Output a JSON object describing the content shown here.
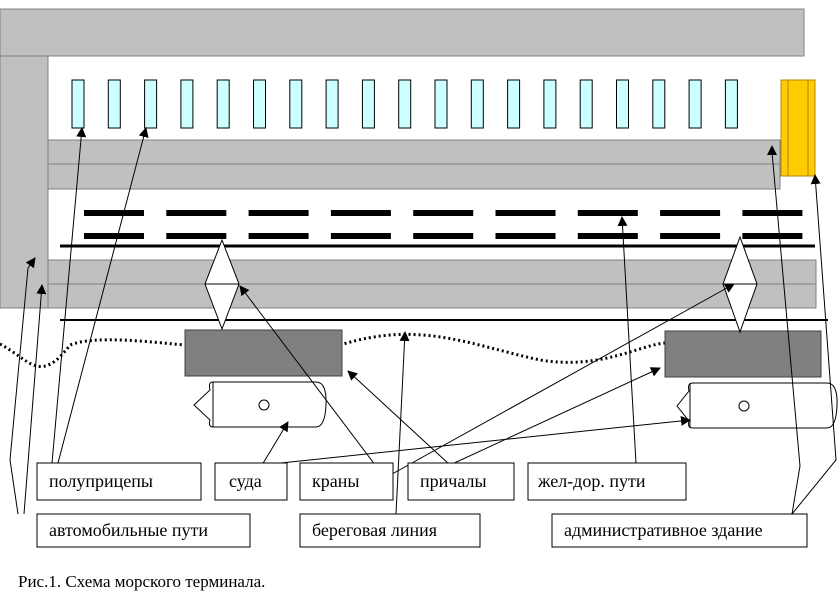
{
  "colors": {
    "road": "#c0c0c0",
    "semitrailer": "#ccffff",
    "admin_building": "#ffcc00",
    "berth": "#808080",
    "rail": "#000000",
    "background": "#ffffff"
  },
  "labels": {
    "semitrailers": "полуприцепы",
    "ships": "суда",
    "cranes": "краны",
    "berths": "причалы",
    "railways": "жел-дор. пути",
    "roads": "автомобильные пути",
    "shoreline": "береговая линия",
    "admin_building": "административное здание"
  },
  "caption": "Рис.1. Схема морского терминала."
}
